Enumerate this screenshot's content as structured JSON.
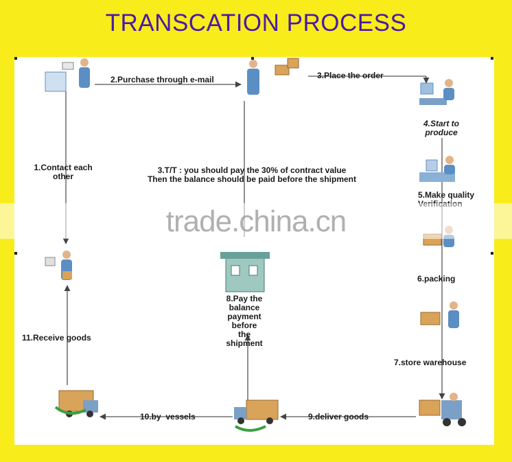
{
  "title": "TRANSCATION PROCESS",
  "steps": {
    "s1": [
      "1.Contact each",
      "other"
    ],
    "s2": "2.Purchase through e-mail",
    "s3": "3.Place the order",
    "s4": [
      "4.Start to",
      "produce"
    ],
    "s5": [
      "5.Make quality",
      "Verification"
    ],
    "s6": "6.packing",
    "s7": "7.store warehouse",
    "s8": [
      "8.Pay the",
      "balance",
      "payment",
      "before",
      "the",
      "shipment"
    ],
    "s9": "9.deliver goods",
    "s10": "10.by  vessels",
    "s11": "11.Receive goods"
  },
  "payment_note": [
    "3.T/T : you should pay the 30% of contract value",
    "Then the balance should be paid before the shipment"
  ],
  "watermark": "trade.china.cn",
  "colors": {
    "background": "#f9ec1b",
    "title": "#4b1aa8",
    "figure": "#5b8fc4",
    "box": "#d9a35a",
    "line": "#444444"
  }
}
